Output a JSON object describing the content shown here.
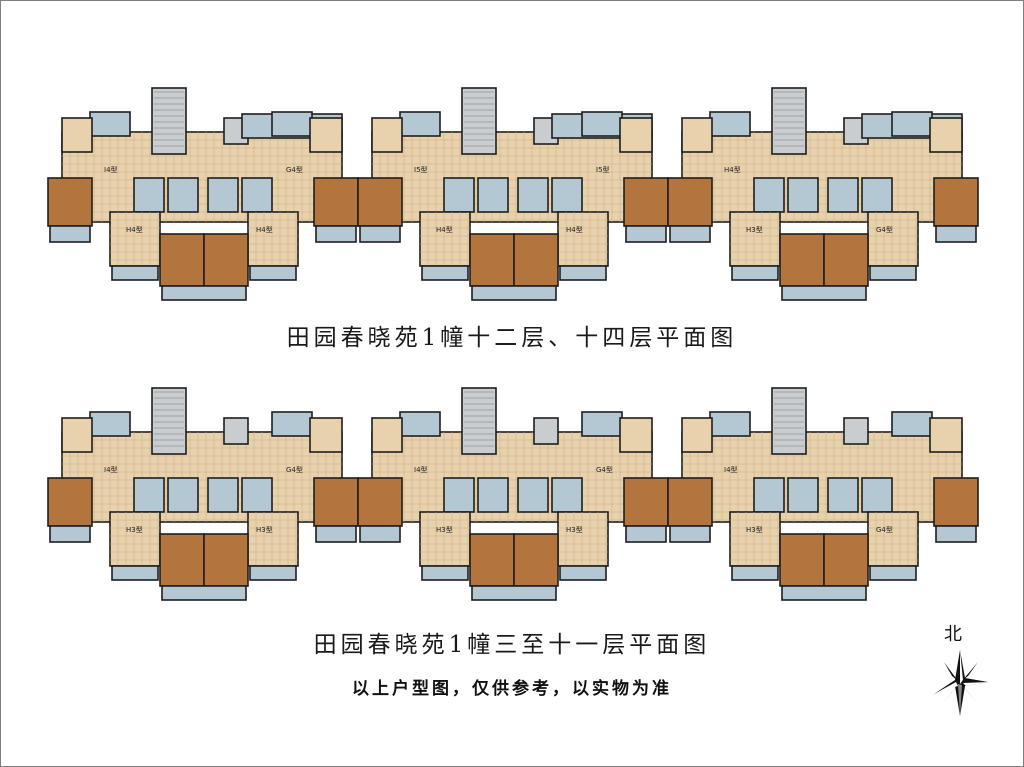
{
  "plans": [
    {
      "title": "田园春晓苑1幢十二层、十四层平面图",
      "unit_labels": [
        "I4型",
        "H4型",
        "H4型",
        "G4型",
        "I5型",
        "H4型",
        "H4型",
        "I5型",
        "H4型",
        "H3型",
        "G4型"
      ]
    },
    {
      "title": "田园春晓苑1幢三至十一层平面图",
      "unit_labels": [
        "I4型",
        "H3型",
        "H3型",
        "G4型",
        "I4型",
        "H3型",
        "H3型",
        "G4型",
        "I4型",
        "H3型",
        "G4型"
      ]
    }
  ],
  "notice": "以上户型图，仅供参考，以实物为准",
  "north_label": "北",
  "colors": {
    "floor_tile": "#e8d2ad",
    "bedroom_wood": "#b4743e",
    "service_blue": "#b4c8d4",
    "wall": "#1e1e1e",
    "core_gray": "#c9cdd0"
  },
  "icons": [
    "north-arrow-icon"
  ]
}
